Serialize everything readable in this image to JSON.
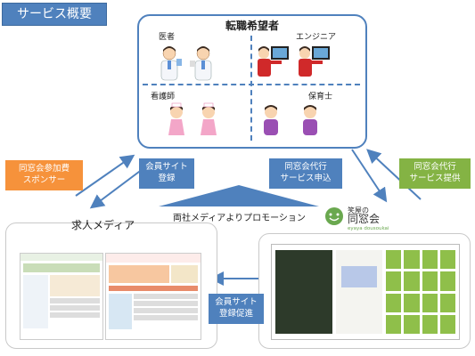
{
  "page_title": "サービス概要",
  "top_box": {
    "title": "転職希望者",
    "roles": {
      "doctor": "医者",
      "engineer": "エンジニア",
      "nurse": "看護師",
      "childcare": "保育士"
    }
  },
  "labels": {
    "sponsor": [
      "同窓会参加費",
      "スポンサー"
    ],
    "member_register": [
      "会員サイト",
      "登録"
    ],
    "agency_apply": [
      "同窓会代行",
      "サービス申込"
    ],
    "agency_provide": [
      "同窓会代行",
      "サービス提供"
    ],
    "member_promote": [
      "会員サイト",
      "登録促進"
    ]
  },
  "promotion_text": "両社メディアよりプロモーション",
  "job_media_title": "求人メディア",
  "logo": {
    "small": "笑屋の",
    "main": "同窓会",
    "sub": "eyaya dousoukai"
  },
  "colors": {
    "blue": "#4f81bd",
    "orange": "#f6923b",
    "green": "#84b344",
    "gray": "#c9c9c9"
  }
}
